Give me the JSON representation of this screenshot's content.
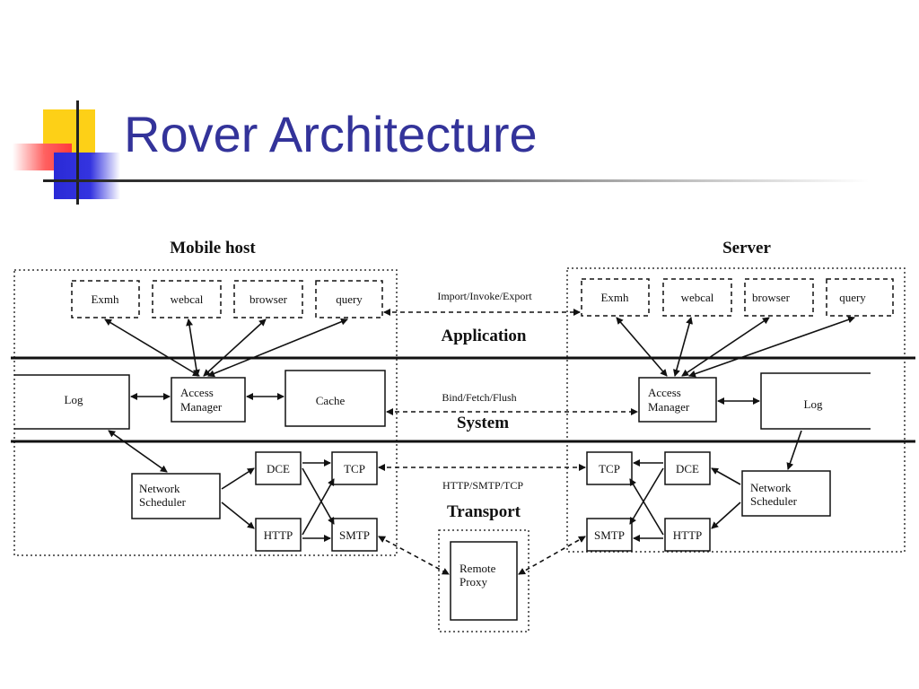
{
  "slide": {
    "title": "Rover Architecture"
  },
  "diagram": {
    "mobile_host": {
      "heading": "Mobile host",
      "apps": [
        "Exmh",
        "webcal",
        "browser",
        "query"
      ],
      "log": "Log",
      "access_manager": [
        "Access",
        "Manager"
      ],
      "cache": "Cache",
      "network_scheduler": [
        "Network",
        "Scheduler"
      ],
      "dce": "DCE",
      "tcp": "TCP",
      "http": "HTTP",
      "smtp": "SMTP"
    },
    "server": {
      "heading": "Server",
      "apps": [
        "Exmh",
        "webcal",
        "browser",
        "query"
      ],
      "access_manager": [
        "Access",
        "Manager"
      ],
      "log": "Log",
      "network_scheduler": [
        "Network",
        "Scheduler"
      ],
      "tcp": "TCP",
      "dce": "DCE",
      "smtp": "SMTP",
      "http": "HTTP"
    },
    "middle": {
      "import_label": "Import/Invoke/Export",
      "application": "Application",
      "bind_label": "Bind/Fetch/Flush",
      "system": "System",
      "http_label": "HTTP/SMTP/TCP",
      "transport": "Transport",
      "remote_proxy": [
        "Remote",
        "Proxy"
      ]
    }
  }
}
